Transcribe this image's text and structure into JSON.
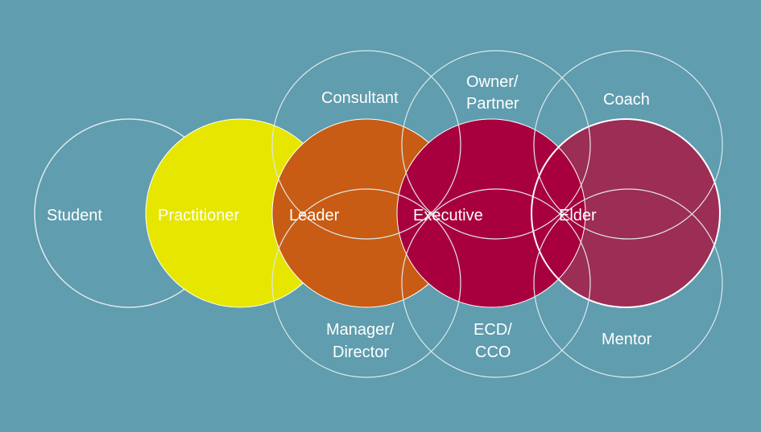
{
  "colors": {
    "background": "#5f9daf",
    "practitioner": "#e6e600",
    "leader": "#c85c14",
    "executive": "#a8003e",
    "elder": "#9c2d55",
    "outline": "#ffffff"
  },
  "stages": {
    "student": "Student",
    "practitioner": "Practitioner",
    "leader": "Leader",
    "executive": "Executive",
    "elder": "Elder"
  },
  "upper_roles": {
    "consultant": "Consultant",
    "owner_line1": "Owner/",
    "owner_line2": "Partner",
    "coach": "Coach"
  },
  "lower_roles": {
    "manager_line1": "Manager/",
    "manager_line2": "Director",
    "ecd_line1": "ECD/",
    "ecd_line2": "CCO",
    "mentor": "Mentor"
  }
}
